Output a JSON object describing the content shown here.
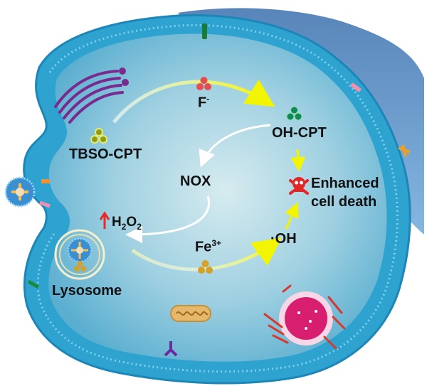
{
  "labels": {
    "fluoride_prefix": "F",
    "fluoride_sup": "-",
    "oh_cpt": "OH-CPT",
    "tbso_cpt": "TBSO-CPT",
    "nox": "NOX",
    "enhanced_line1": "Enhanced",
    "enhanced_line2": "cell death",
    "h2o2_prefix": "H",
    "h2o2_sub1": "2",
    "h2o2_mid": "O",
    "h2o2_sub2": "2",
    "fe_prefix": "Fe",
    "fe_sup": "3+",
    "hydroxyl": "·OH",
    "lysosome": "Lysosome"
  },
  "colors": {
    "cell_fill": "#2fa3cf",
    "cell_edge": "#1d86b8",
    "background_cell": "#5d94c7",
    "cytoplasm_center": "#c9e3ea",
    "cytoplasm_edge": "#63b2d1",
    "arrow_yellow": "#f3f400",
    "arrow_white": "#ffffff",
    "fluoride_dots": "#e84d4d",
    "oh_cpt_dots": "#12875a",
    "tbso_dots": "#8f9a1a",
    "iron_dots": "#d4a12b",
    "h2o2_up_arrow": "#e42a2a",
    "skull": "#e32626",
    "golgi": "#7a2a8e",
    "nucleus": "#d81e6e",
    "mitochondrion": "#e6b86a"
  },
  "icons": [
    "skull-crossbones-icon",
    "nanoparticle-icon",
    "up-arrow-icon"
  ]
}
